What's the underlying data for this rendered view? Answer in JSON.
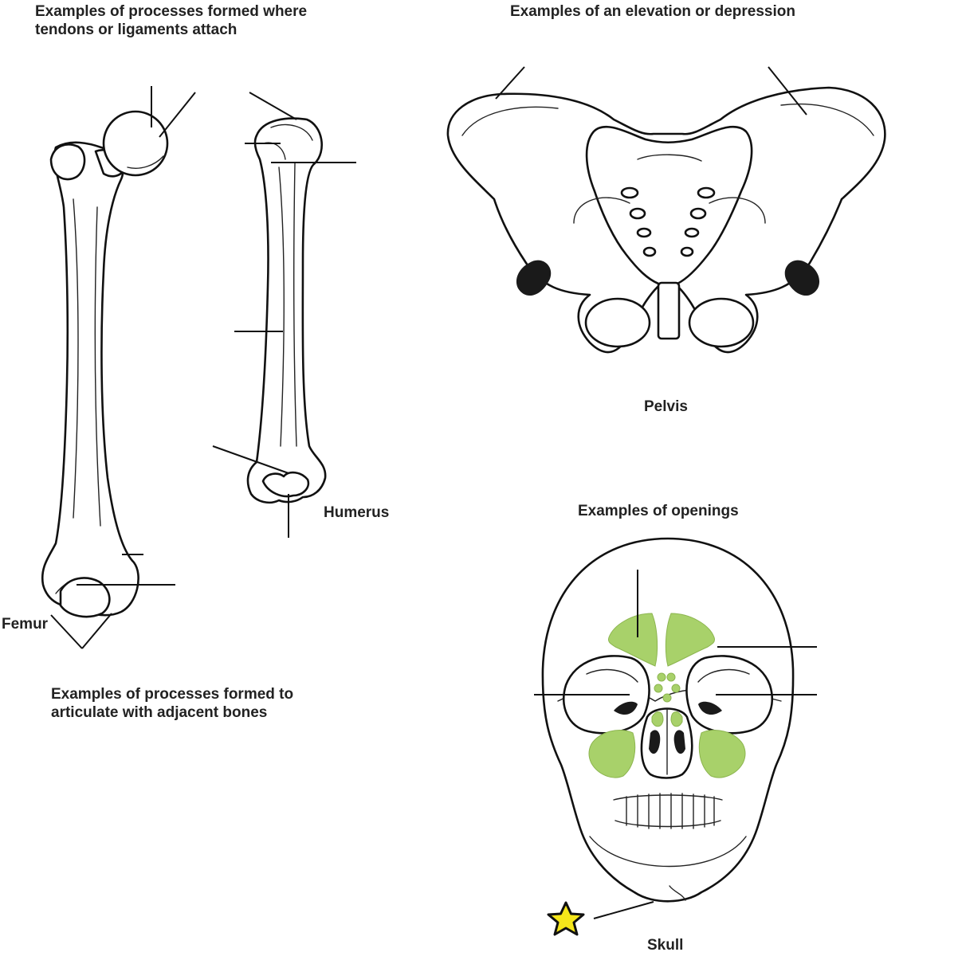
{
  "headings": {
    "tendon_processes_line1": "Examples of processes formed where",
    "tendon_processes_line2": "tendons or ligaments attach",
    "elevation_depression": "Examples of an elevation or depression",
    "articulating_processes_line1": "Examples of processes formed to",
    "articulating_processes_line2": "articulate with adjacent bones",
    "openings": "Examples of openings"
  },
  "bone_labels": {
    "femur": "Femur",
    "humerus": "Humerus",
    "pelvis": "Pelvis",
    "skull": "Skull"
  },
  "colors": {
    "sinus_fill": "#a8d16a",
    "star_fill": "#f5e61a",
    "outline": "#111111"
  },
  "icons": {
    "marker": "star-icon"
  }
}
